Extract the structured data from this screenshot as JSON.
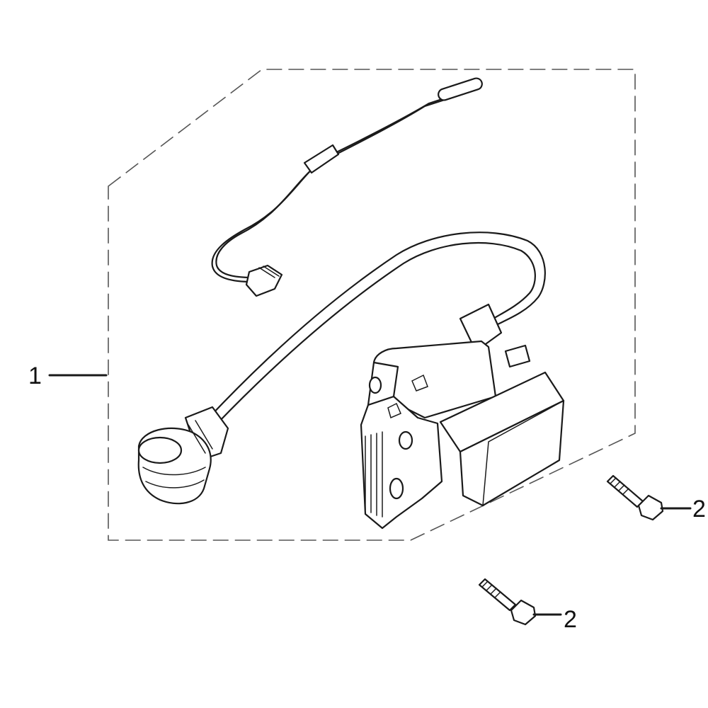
{
  "callouts": {
    "assembly": "1",
    "bolt_a": "2",
    "bolt_b": "2"
  },
  "colors": {
    "ink": "#1a1a1a",
    "frame": "#555555",
    "background": "#ffffff"
  }
}
